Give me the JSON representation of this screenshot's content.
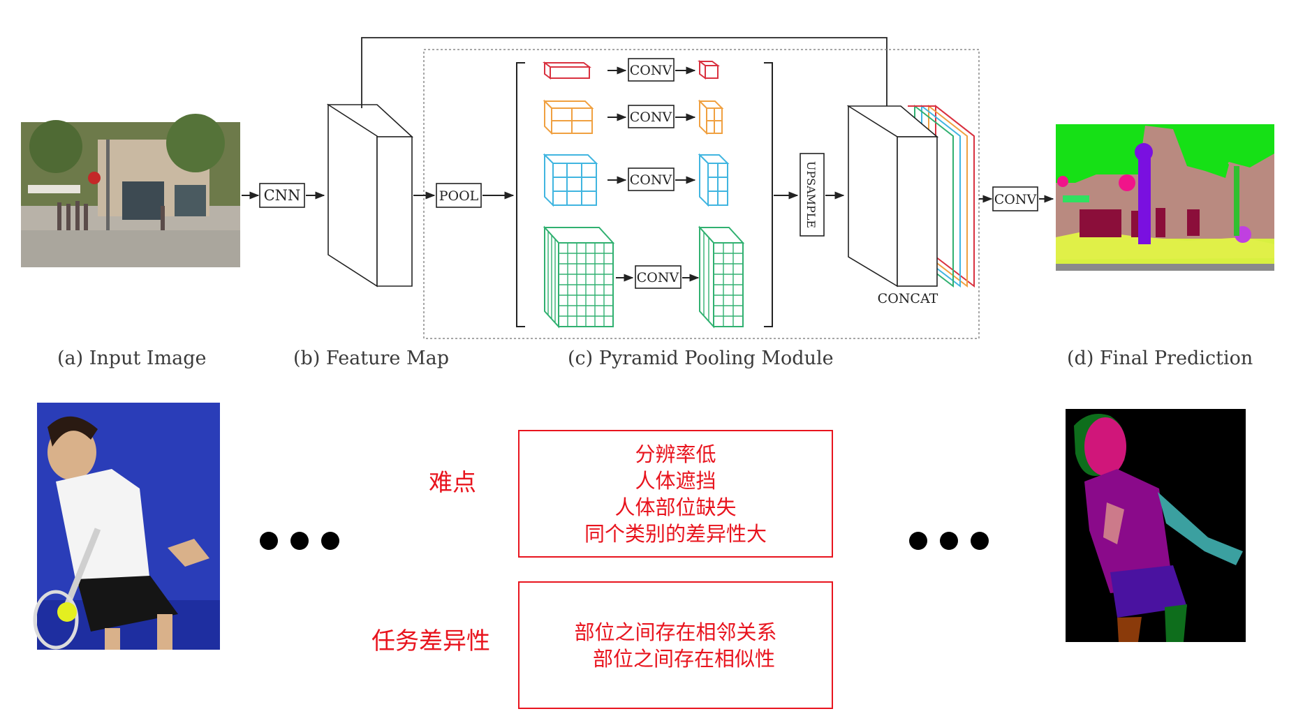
{
  "diagram": {
    "labels": {
      "cnn": "CNN",
      "pool": "POOL",
      "conv": "CONV",
      "upsample": "UPSAMPLE",
      "concat": "CONCAT",
      "final_conv": "CONV"
    },
    "captions": {
      "a": "(a) Input Image",
      "b": "(b) Feature Map",
      "c": "(c) Pyramid Pooling Module",
      "d": "(d) Final Prediction"
    },
    "pyramid_colors": [
      "#d9313f",
      "#f0a040",
      "#40b5e0",
      "#30b070"
    ]
  },
  "difficulty": {
    "label": "难点",
    "items": [
      "分辨率低",
      "人体遮挡",
      "人体部位缺失",
      "同个类别的差异性大"
    ]
  },
  "task_difference": {
    "label": "任务差异性",
    "items": [
      "部位之间存在相邻关系",
      "部位之间存在相似性"
    ]
  }
}
